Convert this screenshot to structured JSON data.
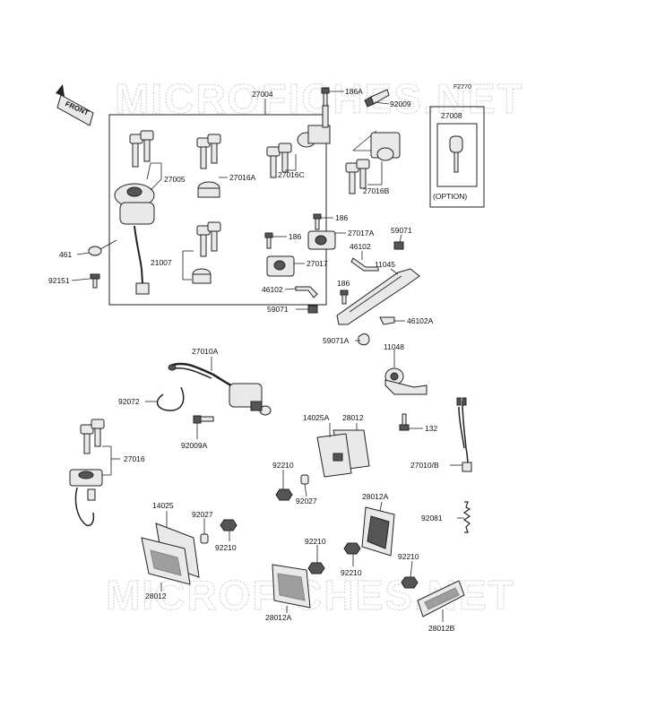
{
  "watermark": "MICROFICHES.NET",
  "diagram_code": "F2770",
  "front_label": "FRONT",
  "option_label": "(OPTION)",
  "labels": {
    "p27004": "27004",
    "p186A": "186A",
    "p92009": "92009",
    "p27008": "27008",
    "p27005": "27005",
    "p27016A": "27016A",
    "p27016C": "27016C",
    "p27016B": "27016B",
    "p186a": "186",
    "p186b": "186",
    "p27017A": "27017A",
    "p59071a": "59071",
    "p46102a": "46102",
    "p11045": "11045",
    "p27017": "27017",
    "p21007": "21007",
    "p461": "461",
    "p92151": "92151",
    "p46102b": "46102",
    "p186c": "186",
    "p59071b": "59071",
    "p46102A": "46102A",
    "p59071A": "59071A",
    "p11048": "11048",
    "p27010A": "27010A",
    "p92072": "92072",
    "p92009A": "92009A",
    "p132": "132",
    "p14025A": "14025A",
    "p28012a": "28012",
    "p27016": "27016",
    "p92210a": "92210",
    "p92027a": "92027",
    "p27010B": "27010/B",
    "p28012A_top": "28012A",
    "p92081": "92081",
    "p14025": "14025",
    "p92027b": "92027",
    "p92210b": "92210",
    "p92210c": "92210",
    "p92210d": "92210",
    "p92210e": "92210",
    "p28012b": "28012",
    "p28012A_bot": "28012A",
    "p28012B": "28012B"
  }
}
